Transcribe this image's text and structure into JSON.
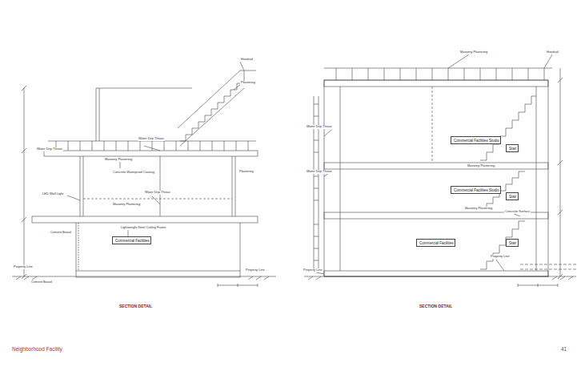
{
  "diagram": {
    "nodes": [
      {
        "text": [
          "Commercial Facilities"
        ]
      },
      {
        "text": [
          "Commercial Facilities Studio"
        ]
      },
      {
        "text": [
          "Commercial Facilities Studio"
        ]
      },
      {
        "text": [
          "Commercial Facilities"
        ]
      },
      {
        "text": [
          "Stair"
        ]
      },
      {
        "text": [
          "Stair"
        ]
      },
      {
        "text": [
          "Stair"
        ]
      }
    ],
    "labels": [
      "Handrail",
      "Plastering",
      "Water Drip Throat",
      "Masonry Plastering",
      "Water Drip Throat",
      "Concrete Waterproof Coating",
      "Plastering",
      "LED Wall Light",
      "Water Drip Throat",
      "Masonry Plastering",
      "Lightweight Steel Ceiling Frame",
      "Cement Board",
      "Property Line",
      "Cement Board",
      "Property Line",
      "SECTION DETAIL",
      "Water Drip Throat",
      "Masonry Plastering",
      "Handrail",
      "Masonry Plastering",
      "Masonry Plastering",
      "Concrete Surface",
      "Property Line",
      "Property Line",
      "Water Drip Throat",
      "SECTION DETAIL",
      "Neighborhood Facility",
      "41"
    ]
  }
}
